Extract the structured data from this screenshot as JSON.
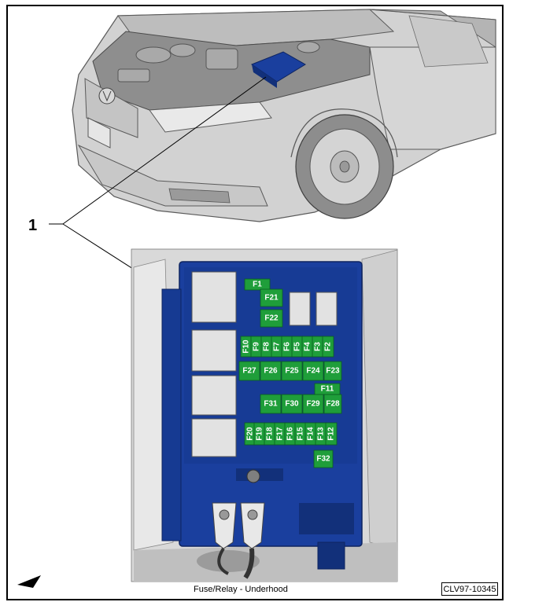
{
  "callout": "1",
  "caption": "Fuse/Relay - Underhood",
  "reference": "CLV97-10345",
  "icons": {
    "direction_arrow": "direction-arrow-icon"
  },
  "colors": {
    "fuse_green": "#1f9e3a",
    "fuse_box_blue": "#1a3f9e",
    "relay_gray": "#e2e2e2"
  },
  "fuses": {
    "F1": "F1",
    "F21": "F21",
    "F22": "F22",
    "F10": "F10",
    "F9": "F9",
    "F8": "F8",
    "F7": "F7",
    "F6": "F6",
    "F5": "F5",
    "F4": "F4",
    "F3": "F3",
    "F2": "F2",
    "F27": "F27",
    "F26": "F26",
    "F25": "F25",
    "F24": "F24",
    "F23": "F23",
    "F11": "F11",
    "F31": "F31",
    "F30": "F30",
    "F29": "F29",
    "F28": "F28",
    "F20": "F20",
    "F19": "F19",
    "F18": "F18",
    "F17": "F17",
    "F16": "F16",
    "F15": "F15",
    "F14": "F14",
    "F13": "F13",
    "F12": "F12",
    "F32": "F32"
  }
}
